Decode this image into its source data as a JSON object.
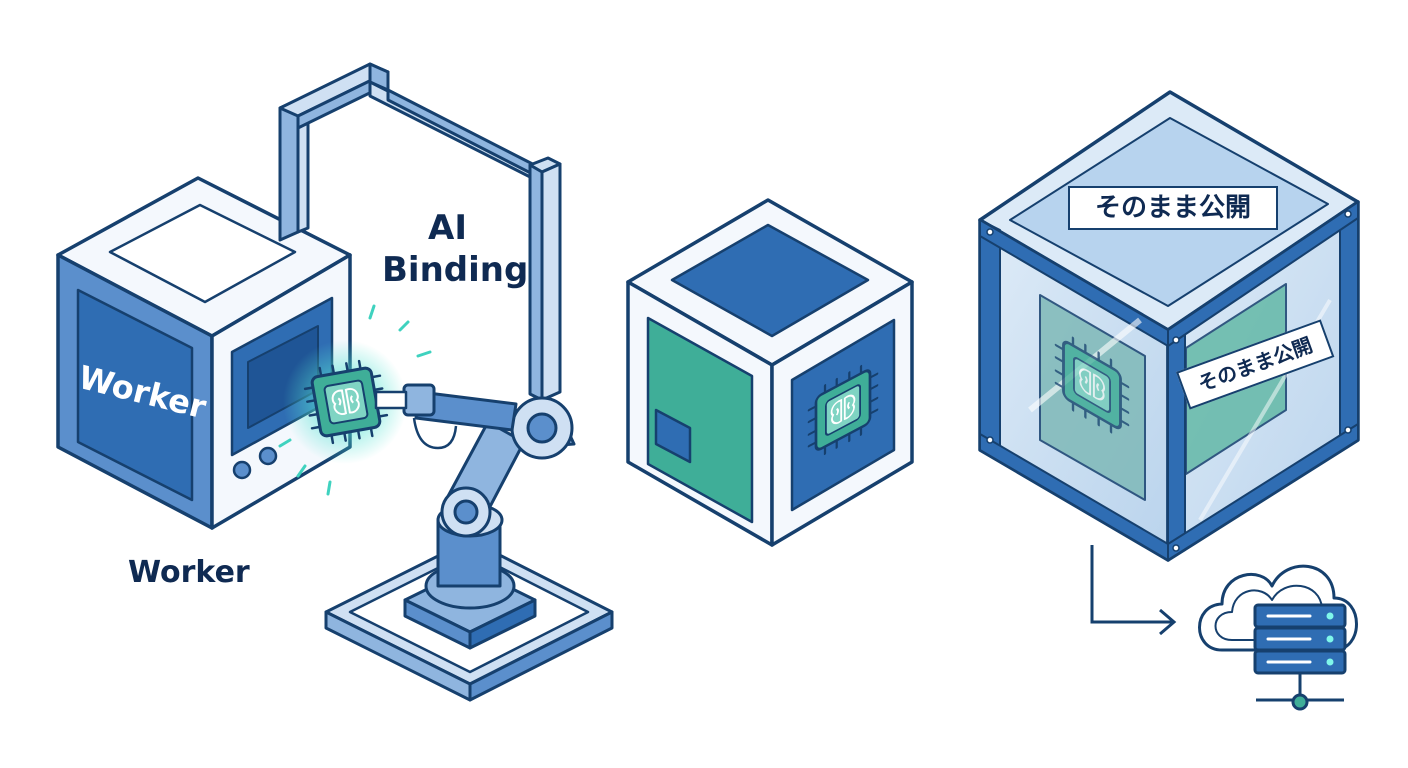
{
  "labels": {
    "cube_face": "Worker",
    "worker": "Worker",
    "ai_binding_line1": "AI",
    "ai_binding_line2": "Binding",
    "publish_top": "そのまま公開",
    "publish_side": "そのまま公開"
  },
  "icons": [
    "worker-cube",
    "robot-arm",
    "ai-chip-icon",
    "brain-icon",
    "bound-cube",
    "glass-case",
    "cloud-icon",
    "server-icon",
    "arrow-icon"
  ],
  "colors": {
    "outline": "#16406e",
    "blue_dark": "#2f6db3",
    "blue_mid": "#5b8fcc",
    "blue_light": "#cfe0f3",
    "frame_white": "#f4f8fd",
    "teal": "#3fae98",
    "teal_glow": "#6ef0e0",
    "glass": "#bcd8f0"
  }
}
